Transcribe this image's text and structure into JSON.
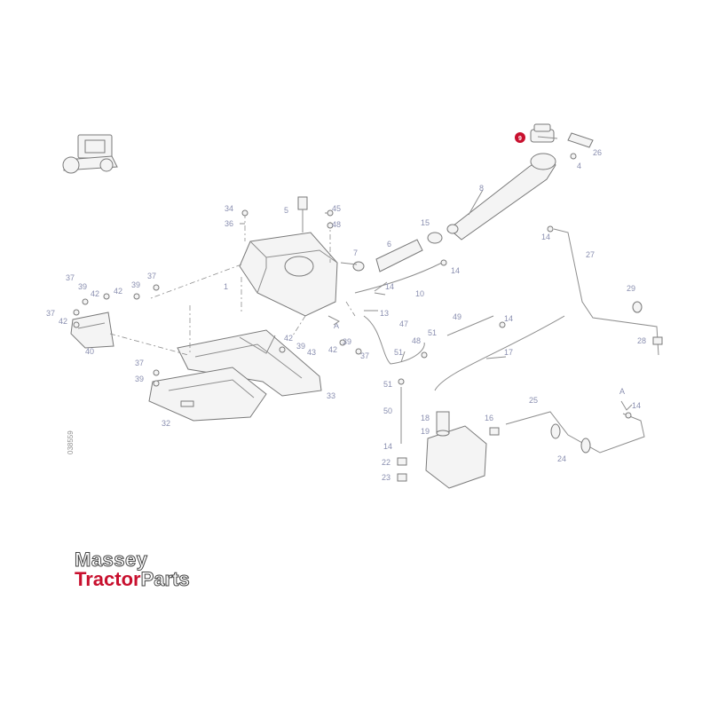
{
  "diagram": {
    "ref_code": "038559",
    "highlighted_part": "9",
    "callouts": [
      {
        "id": "c1",
        "label": "1"
      },
      {
        "id": "c4",
        "label": "4"
      },
      {
        "id": "c5",
        "label": "5"
      },
      {
        "id": "c6",
        "label": "6"
      },
      {
        "id": "c7",
        "label": "7"
      },
      {
        "id": "c8",
        "label": "8"
      },
      {
        "id": "c10",
        "label": "10"
      },
      {
        "id": "c13",
        "label": "13"
      },
      {
        "id": "c14a",
        "label": "14"
      },
      {
        "id": "c14b",
        "label": "14"
      },
      {
        "id": "c14c",
        "label": "14"
      },
      {
        "id": "c14d",
        "label": "14"
      },
      {
        "id": "c14e",
        "label": "14"
      },
      {
        "id": "c14f",
        "label": "14"
      },
      {
        "id": "c15",
        "label": "15"
      },
      {
        "id": "c16",
        "label": "16"
      },
      {
        "id": "c17",
        "label": "17"
      },
      {
        "id": "c18",
        "label": "18"
      },
      {
        "id": "c19",
        "label": "19"
      },
      {
        "id": "c22",
        "label": "22"
      },
      {
        "id": "c23",
        "label": "23"
      },
      {
        "id": "c24",
        "label": "24"
      },
      {
        "id": "c25",
        "label": "25"
      },
      {
        "id": "c26",
        "label": "26"
      },
      {
        "id": "c27",
        "label": "27"
      },
      {
        "id": "c28",
        "label": "28"
      },
      {
        "id": "c29",
        "label": "29"
      },
      {
        "id": "c32",
        "label": "32"
      },
      {
        "id": "c33",
        "label": "33"
      },
      {
        "id": "c34",
        "label": "34"
      },
      {
        "id": "c36",
        "label": "36"
      },
      {
        "id": "c37a",
        "label": "37"
      },
      {
        "id": "c37b",
        "label": "37"
      },
      {
        "id": "c37c",
        "label": "37"
      },
      {
        "id": "c37d",
        "label": "37"
      },
      {
        "id": "c37e",
        "label": "37"
      },
      {
        "id": "c39a",
        "label": "39"
      },
      {
        "id": "c39b",
        "label": "39"
      },
      {
        "id": "c39c",
        "label": "39"
      },
      {
        "id": "c39d",
        "label": "39"
      },
      {
        "id": "c39e",
        "label": "39"
      },
      {
        "id": "c40",
        "label": "40"
      },
      {
        "id": "c42a",
        "label": "42"
      },
      {
        "id": "c42b",
        "label": "42"
      },
      {
        "id": "c42c",
        "label": "42"
      },
      {
        "id": "c42d",
        "label": "42"
      },
      {
        "id": "c42e",
        "label": "42"
      },
      {
        "id": "c43",
        "label": "43"
      },
      {
        "id": "c45",
        "label": "45"
      },
      {
        "id": "c47",
        "label": "47"
      },
      {
        "id": "c48a",
        "label": "48"
      },
      {
        "id": "c48b",
        "label": "48"
      },
      {
        "id": "c49",
        "label": "49"
      },
      {
        "id": "c50",
        "label": "50"
      },
      {
        "id": "c51a",
        "label": "51"
      },
      {
        "id": "c51b",
        "label": "51"
      },
      {
        "id": "c51c",
        "label": "51"
      },
      {
        "id": "cAa",
        "label": "A"
      },
      {
        "id": "cAb",
        "label": "A"
      }
    ]
  },
  "logo": {
    "line1": "Massey",
    "line2_red": "Tractor",
    "line2_rest": "Parts"
  },
  "colors": {
    "brand_red": "#c8102e",
    "callout_text": "#8a8fb0",
    "line": "#8e8e8e"
  }
}
